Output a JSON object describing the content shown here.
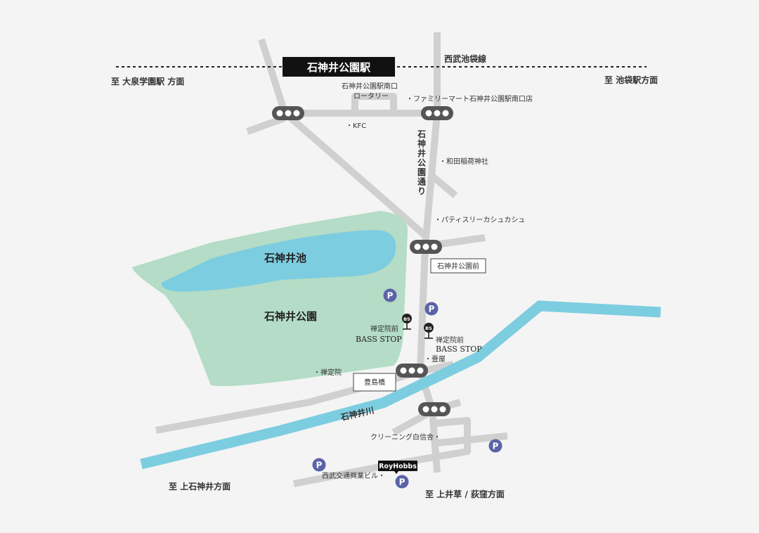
{
  "colors": {
    "background": "#f4f4f4",
    "road": "#d0d0d0",
    "river": "#7dcde0",
    "park": "#b4dcc6",
    "pond": "#7dcde0",
    "signal": "#555555",
    "parking": "#5b63a8",
    "station_box": "#111111"
  },
  "station": {
    "name": "石神井公園駅"
  },
  "railway": {
    "line_name": "西武池袋線",
    "to_west": "至 大泉学園駅 方面",
    "to_east": "至 池袋駅方面"
  },
  "streets": {
    "main_street": "石神井公園通り",
    "river": "石神井川"
  },
  "areas": {
    "pond": "石神井池",
    "park": "石神井公園"
  },
  "places": {
    "rotary": [
      "石神井公園駅南口",
      "ロータリー"
    ],
    "familymart": "・ファミリーマート石神井公園駅南口店",
    "kfc": "・KFC",
    "shrine": "・和田稲荷神社",
    "patisserie": "・パティスリーカシュカシュ",
    "tatamiya": "・畳屋",
    "zenjoin": "・禅定院",
    "cleaning": "クリーニング白信舎・",
    "seibu_bldg": "西武交通興業ビル・",
    "royhobbs": "RoyHobbs"
  },
  "signposts": {
    "park_front": "石神井公園前",
    "toshima_bridge": "豊島橋"
  },
  "bus_stops": [
    {
      "icon": "bus-stop-icon",
      "badge": "BS",
      "name": "禅定院前",
      "sub": "BASS STOP"
    },
    {
      "icon": "bus-stop-icon",
      "badge": "BS",
      "name": "禅定院前",
      "sub": "BASS STOP"
    }
  ],
  "parking": {
    "icon": "parking-icon",
    "symbol": "P"
  },
  "directions": {
    "southwest": "至 上石神井方面",
    "south": "至 上井草 / 荻窪方面"
  }
}
